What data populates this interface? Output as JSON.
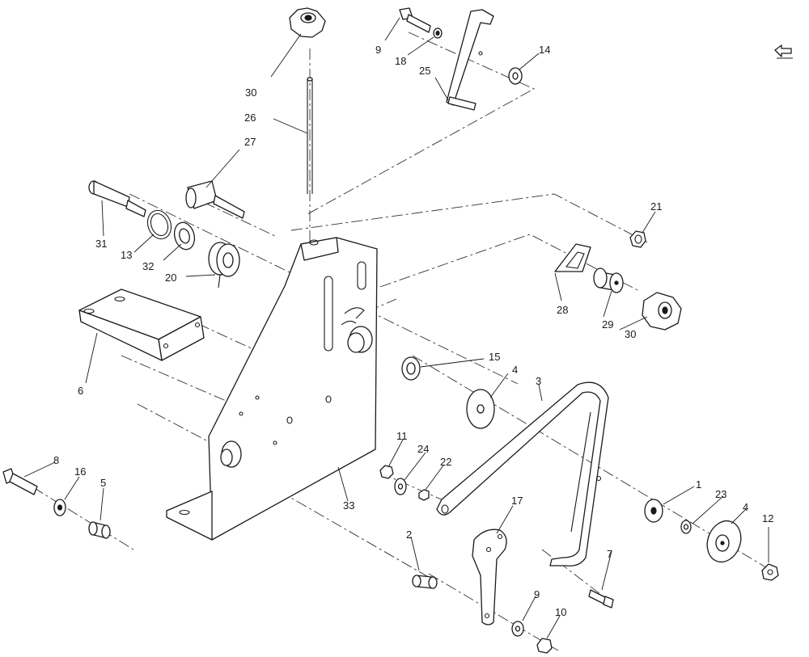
{
  "callouts": [
    {
      "id": "c30a",
      "text": "30"
    },
    {
      "id": "c26",
      "text": "26"
    },
    {
      "id": "c27",
      "text": "27"
    },
    {
      "id": "c31",
      "text": "31"
    },
    {
      "id": "c13",
      "text": "13"
    },
    {
      "id": "c32",
      "text": "32"
    },
    {
      "id": "c20",
      "text": "20"
    },
    {
      "id": "c6",
      "text": "6"
    },
    {
      "id": "c9a",
      "text": "9"
    },
    {
      "id": "c18",
      "text": "18"
    },
    {
      "id": "c25",
      "text": "25"
    },
    {
      "id": "c14",
      "text": "14"
    },
    {
      "id": "c21",
      "text": "21"
    },
    {
      "id": "c28",
      "text": "28"
    },
    {
      "id": "c29",
      "text": "29"
    },
    {
      "id": "c30b",
      "text": "30"
    },
    {
      "id": "c15",
      "text": "15"
    },
    {
      "id": "c4a",
      "text": "4"
    },
    {
      "id": "c3",
      "text": "3"
    },
    {
      "id": "c11",
      "text": "11"
    },
    {
      "id": "c24",
      "text": "24"
    },
    {
      "id": "c22",
      "text": "22"
    },
    {
      "id": "c33",
      "text": "33"
    },
    {
      "id": "c8",
      "text": "8"
    },
    {
      "id": "c16",
      "text": "16"
    },
    {
      "id": "c5",
      "text": "5"
    },
    {
      "id": "c2",
      "text": "2"
    },
    {
      "id": "c17",
      "text": "17"
    },
    {
      "id": "c7",
      "text": "7"
    },
    {
      "id": "c9b",
      "text": "9"
    },
    {
      "id": "c10",
      "text": "10"
    },
    {
      "id": "c1",
      "text": "1"
    },
    {
      "id": "c23",
      "text": "23"
    },
    {
      "id": "c4b",
      "text": "4"
    },
    {
      "id": "c12",
      "text": "12"
    }
  ],
  "icons": {
    "nav_arrow": "return-arrow-icon"
  }
}
